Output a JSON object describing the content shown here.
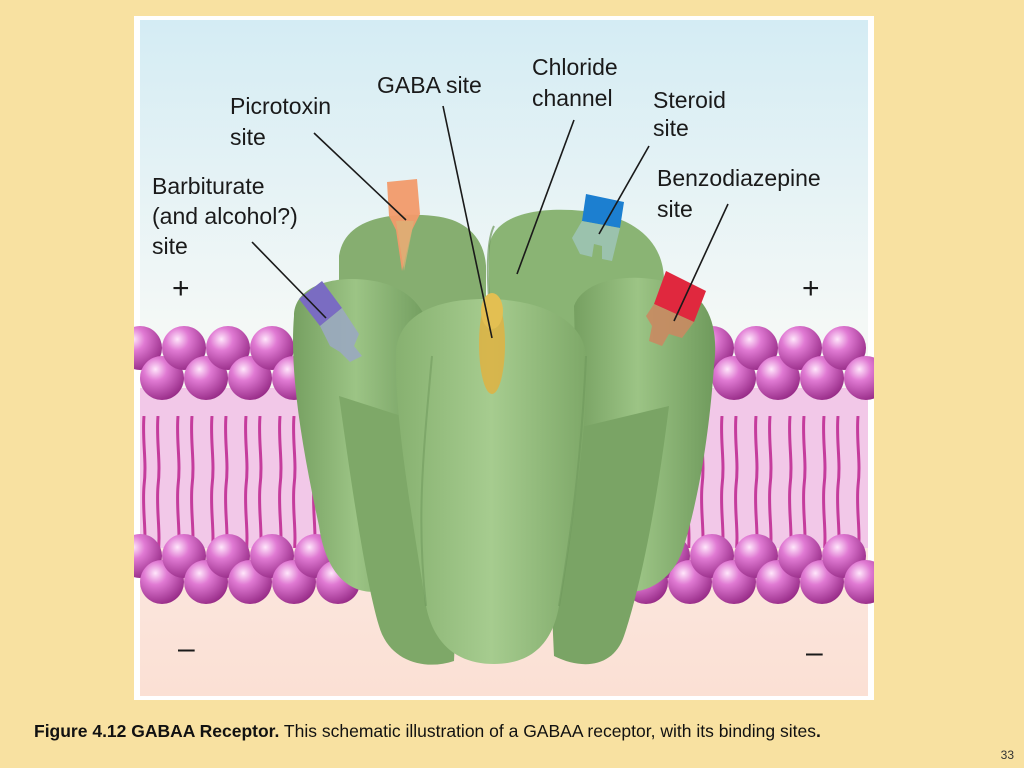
{
  "figure": {
    "labels": {
      "picrotoxin": [
        "Picrotoxin",
        "site"
      ],
      "gaba": [
        "GABA site"
      ],
      "chloride": [
        "Chloride",
        "channel"
      ],
      "steroid": [
        "Steroid",
        "site"
      ],
      "benzodiazepine": [
        "Benzodiazepine",
        "site"
      ],
      "barbiturate": [
        "Barbiturate",
        "(and alcohol?)",
        "site"
      ]
    },
    "signs": {
      "top_left": "+",
      "top_right": "+",
      "bottom_left": "–",
      "bottom_right": "–"
    }
  },
  "colors": {
    "slide_background": "#f8e1a1",
    "receptor_green": "#8fb878",
    "membrane_magenta": "#c24ea6",
    "picrotoxin_site": "#f29a6a",
    "gaba_site": "#d9b44a",
    "steroid_site": "#1c7fd0",
    "benzodiazepine_site": "#e0283e",
    "barbiturate_site": "#7a6cc2"
  },
  "caption": {
    "figure_label": "Figure 4.12  GABAA Receptor.",
    "text": " This schematic illustration of a GABAA receptor, with its binding sites",
    "end": "."
  },
  "slide_number": "33"
}
